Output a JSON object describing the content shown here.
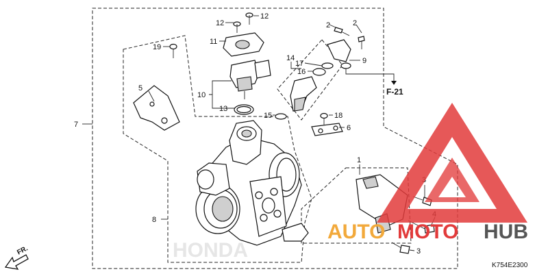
{
  "diagram": {
    "callouts": {
      "c1": "1",
      "c2a": "2",
      "c2b": "2",
      "c3a": "3",
      "c3b": "3",
      "c4": "4",
      "c5": "5",
      "c6": "6",
      "c7": "7",
      "c8": "8",
      "c9": "9",
      "c10": "10",
      "c11": "11",
      "c12a": "12",
      "c12b": "12",
      "c13": "13",
      "c14": "14",
      "c15": "15",
      "c16": "16",
      "c17": "17",
      "c18": "18",
      "c19": "19"
    },
    "reference": "F-21",
    "direction_label": "FR.",
    "diagram_code": "K754E2300"
  },
  "watermark": {
    "auto": "AUTO",
    "moto": "MOTO",
    "hub": "HUB",
    "brand_red": "#e23b3b",
    "brand_orange": "#f2a93b",
    "brand_gray": "#555555",
    "body_logo_text": "HONDA"
  }
}
